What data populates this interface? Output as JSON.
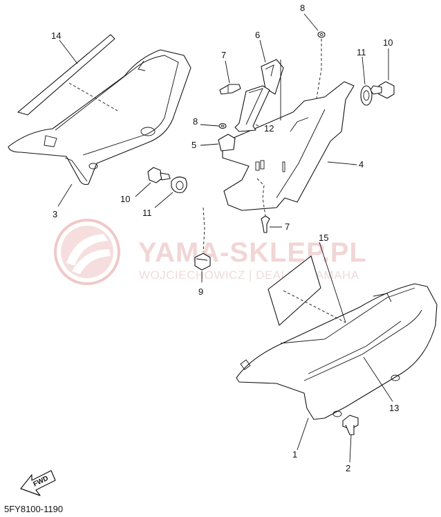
{
  "watermark": {
    "title": "YAMA-SKLEP.PL",
    "subtitle": "WOJCIECHOWICZ | DEALER YAMAHA",
    "color": "#e8b9b9"
  },
  "diagram_code": "5FY8100-1190",
  "fwd_label": "FWD",
  "callouts": {
    "c14": "14",
    "c3": "3",
    "c6": "6",
    "c7a": "7",
    "c8a": "8",
    "c8b": "8",
    "c5": "5",
    "c12": "12",
    "c4": "4",
    "c11a": "11",
    "c10a": "10",
    "c10b": "10",
    "c11b": "11",
    "c7b": "7",
    "c9": "9",
    "c15": "15",
    "c13": "13",
    "c1": "1",
    "c2": "2"
  }
}
